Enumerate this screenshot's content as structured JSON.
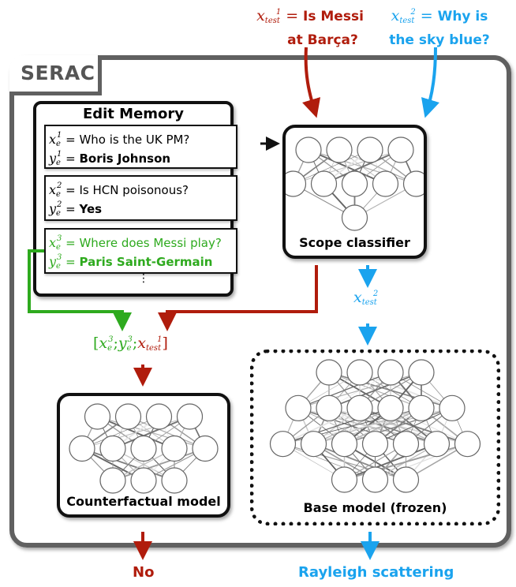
{
  "colors": {
    "frame": "#606060",
    "red": "#b01c0c",
    "blue": "#1aa3ee",
    "green": "#2eaa1e",
    "black": "#111111"
  },
  "inputs": {
    "test1": {
      "var": "x",
      "sub": "test",
      "sup": "1",
      "eq": "=",
      "text_line1": "Is Messi",
      "text_line2": "at Barça?"
    },
    "test2": {
      "var": "x",
      "sub": "test",
      "sup": "2",
      "eq": "=",
      "text_line1": "Why is",
      "text_line2": "the sky blue?"
    }
  },
  "system_label": "SERAC",
  "edit_memory": {
    "title": "Edit Memory",
    "entries": [
      {
        "x_var": "x",
        "y_var": "y",
        "sub": "e",
        "sup": "1",
        "question": "= Who is the UK PM?",
        "answer_eq": "=",
        "answer": "Boris Johnson",
        "highlighted": false
      },
      {
        "x_var": "x",
        "y_var": "y",
        "sub": "e",
        "sup": "2",
        "question": "= Is HCN poisonous?",
        "answer_eq": "=",
        "answer": "Yes",
        "highlighted": false
      },
      {
        "x_var": "x",
        "y_var": "y",
        "sub": "e",
        "sup": "3",
        "question": "= Where does Messi play?",
        "answer_eq": "=",
        "answer": "Paris Saint-Germain",
        "highlighted": true
      }
    ],
    "more": "⋮"
  },
  "scope_classifier": {
    "label": "Scope classifier"
  },
  "counterfactual_model": {
    "label": "Counterfactual model"
  },
  "base_model": {
    "label": "Base model (frozen)"
  },
  "concat_input": {
    "open": "[",
    "x": "x",
    "x_sub": "e",
    "x_sup": "3",
    "sep1": ";",
    "y": "y",
    "y_sub": "e",
    "y_sup": "3",
    "sep2": ";",
    "t": "x",
    "t_sub": "test",
    "t_sup": "1",
    "close": "]"
  },
  "routed_input": {
    "var": "x",
    "sub": "test",
    "sup": "2"
  },
  "outputs": {
    "counterfactual": "No",
    "base": "Rayleigh scattering"
  }
}
